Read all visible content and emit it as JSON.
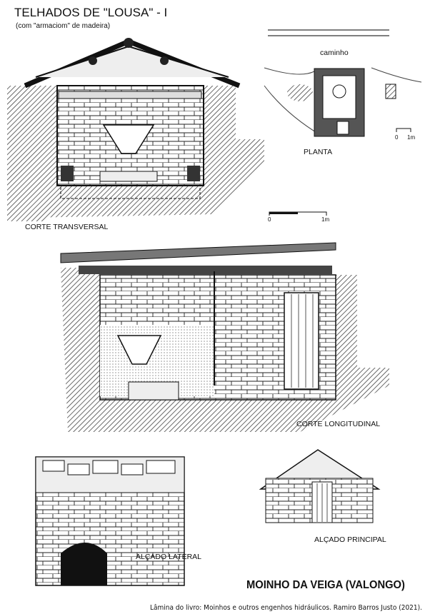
{
  "header": {
    "title": "TELHADOS DE \"LOUSA\" - I",
    "subtitle": "(com \"armaciom\" de madeira)"
  },
  "views": {
    "corte_transversal": "CORTE TRANSVERSAL",
    "planta": "PLANTA",
    "caminho": "caminho",
    "corte_longitudinal": "CORTE LONGITUDINAL",
    "alcado_lateral": "ALÇADO LATERAL",
    "alcado_principal": "ALÇADO PRINCIPAL"
  },
  "scale_bars": {
    "main": {
      "start": "0",
      "end": "1m"
    },
    "planta": {
      "start": "0",
      "end": "1m"
    }
  },
  "footer": {
    "main_title": "MOINHO DA VEIGA  (VALONGO)",
    "caption": "Lâmina do livro: Moinhos e outros engenhos hidráulicos. Ramiro Barros Justo (2021)."
  }
}
